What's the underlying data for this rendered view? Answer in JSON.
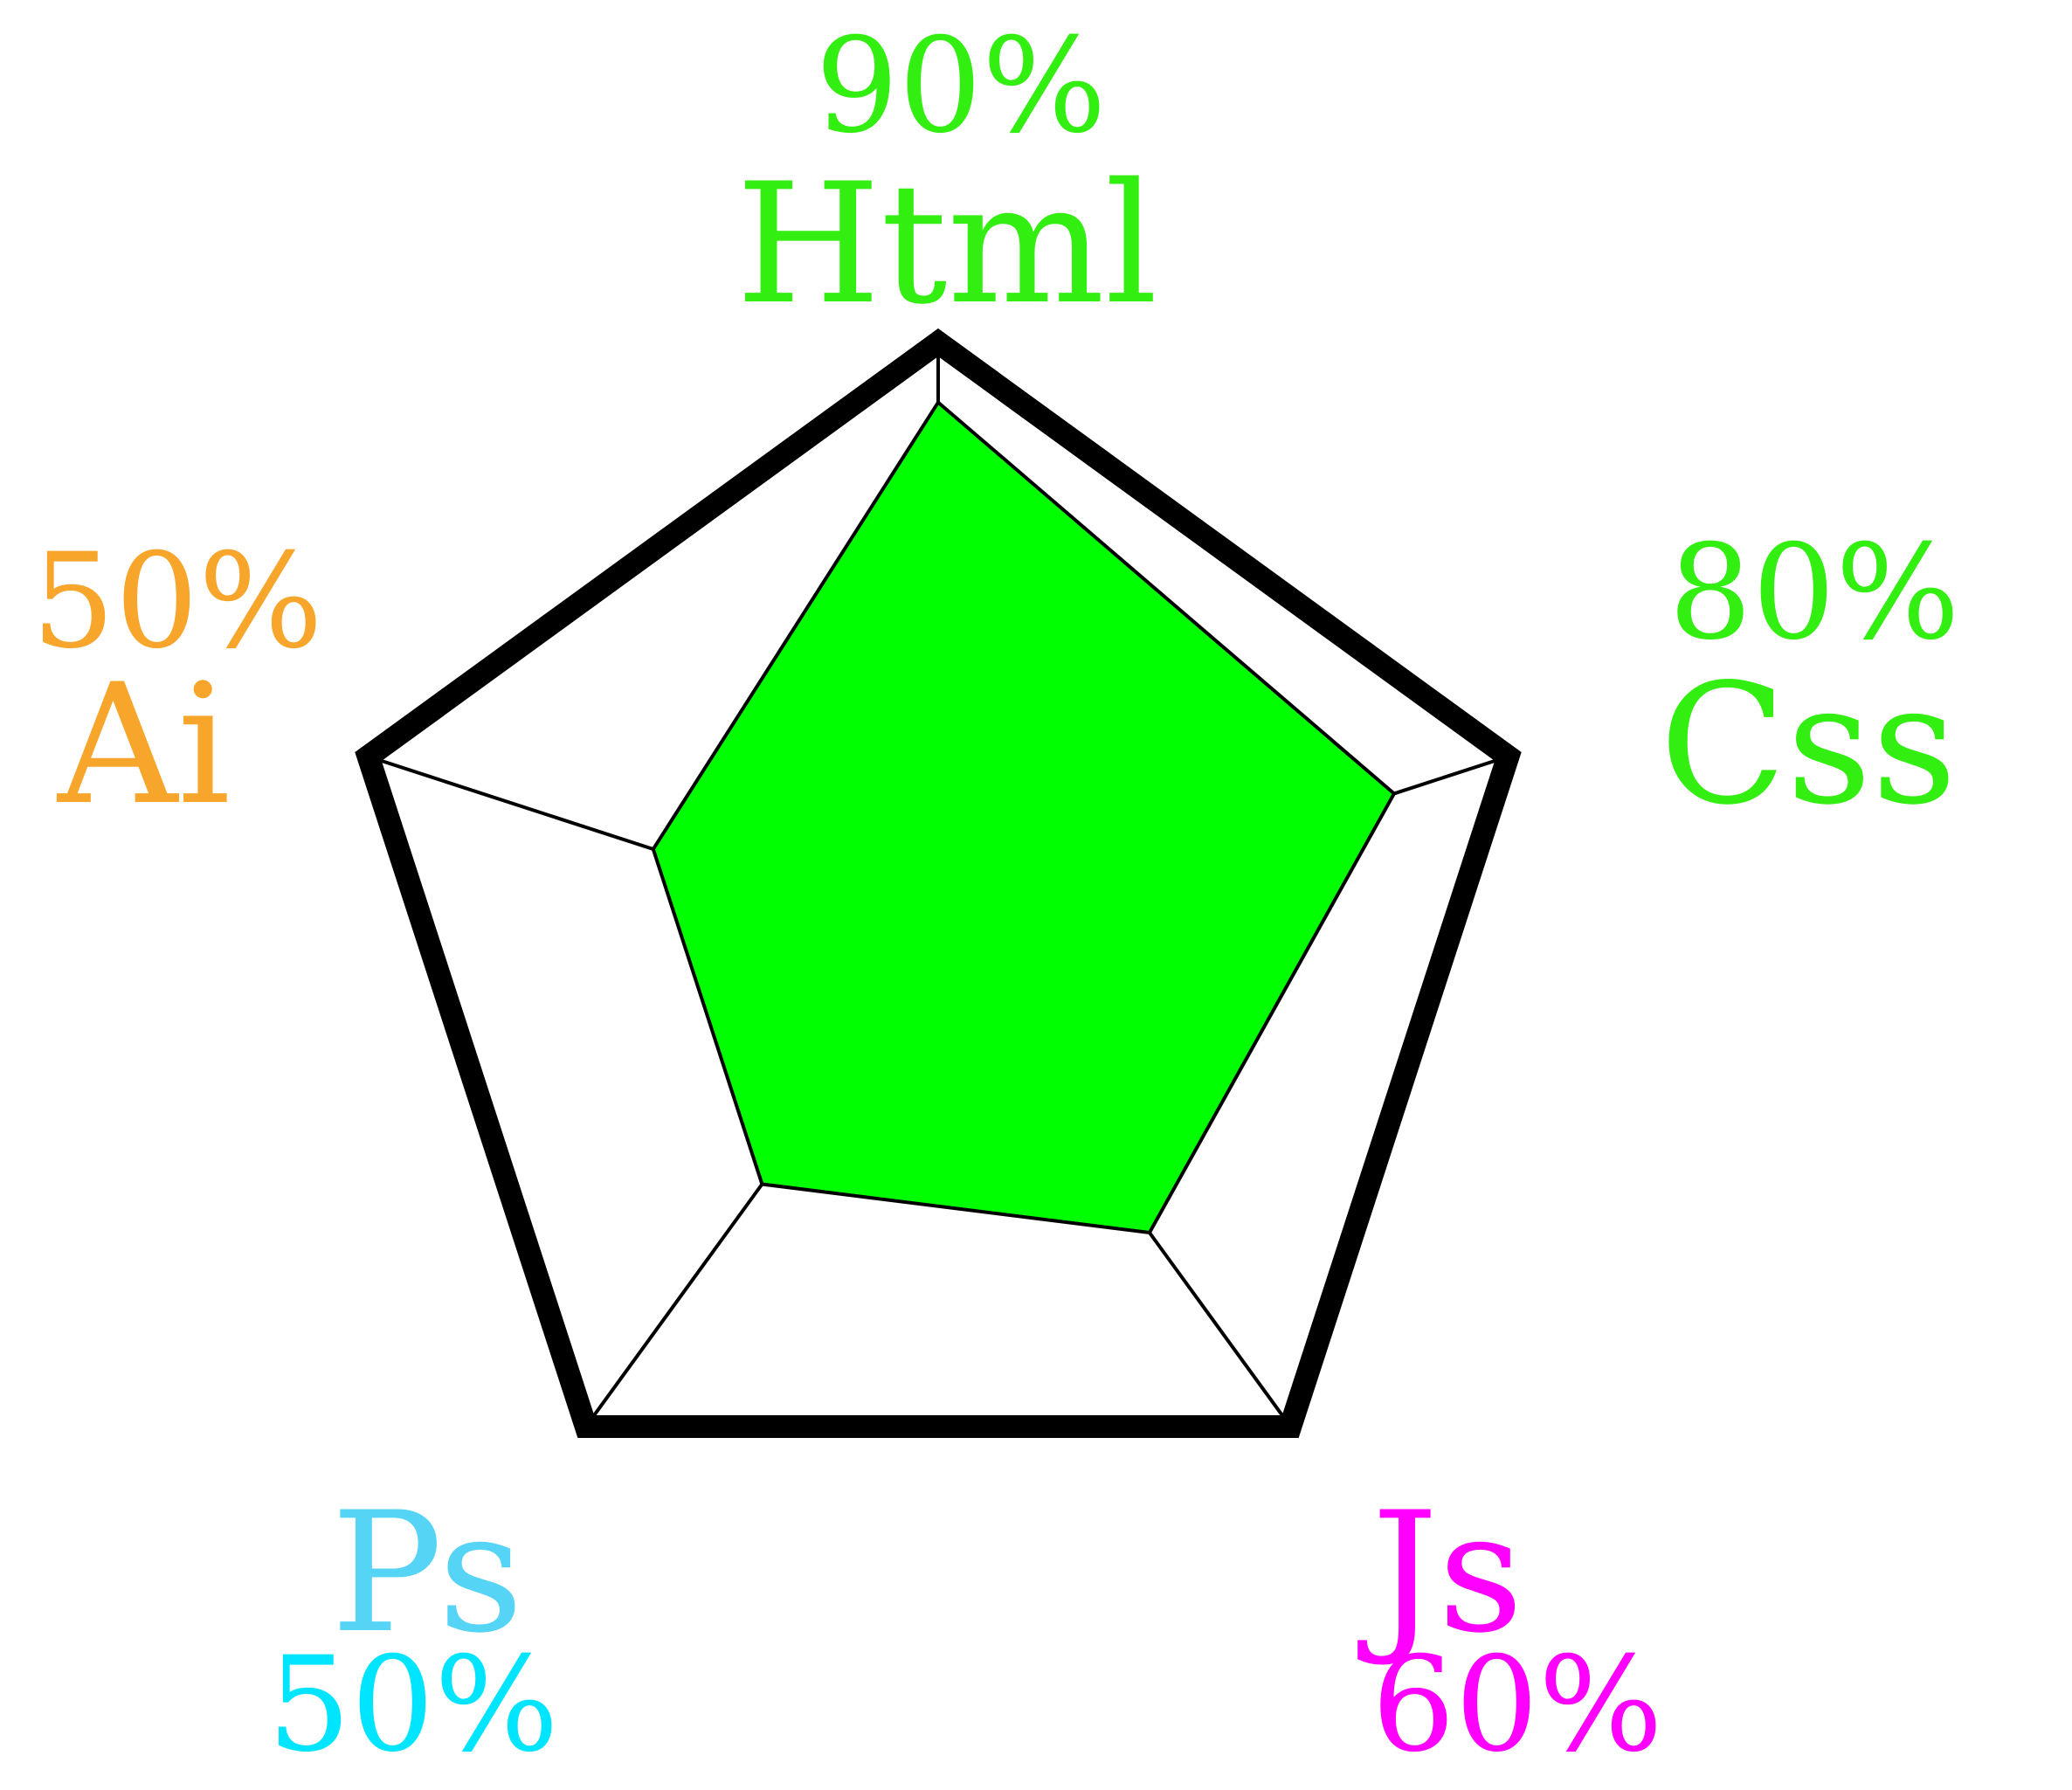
{
  "chart_data": {
    "type": "radar",
    "ylim": [
      0,
      100
    ],
    "categories": [
      "Html",
      "Css",
      "Js",
      "Ps",
      "Ai"
    ],
    "values": [
      90,
      80,
      60,
      50,
      50
    ],
    "value_labels": [
      "90%",
      "80%",
      "60%",
      "50%",
      "50%"
    ],
    "label_colors": [
      "#33ee11",
      "#33ee11",
      "#ff00ff",
      "#00e5ff",
      "#f7a52b"
    ],
    "name_colors": [
      "#33ee11",
      "#33ee11",
      "#ff00ff",
      "#55d4f5",
      "#f7a52b"
    ],
    "fill_color": "#00ff00",
    "outline_color": "#000000",
    "grid": false
  }
}
